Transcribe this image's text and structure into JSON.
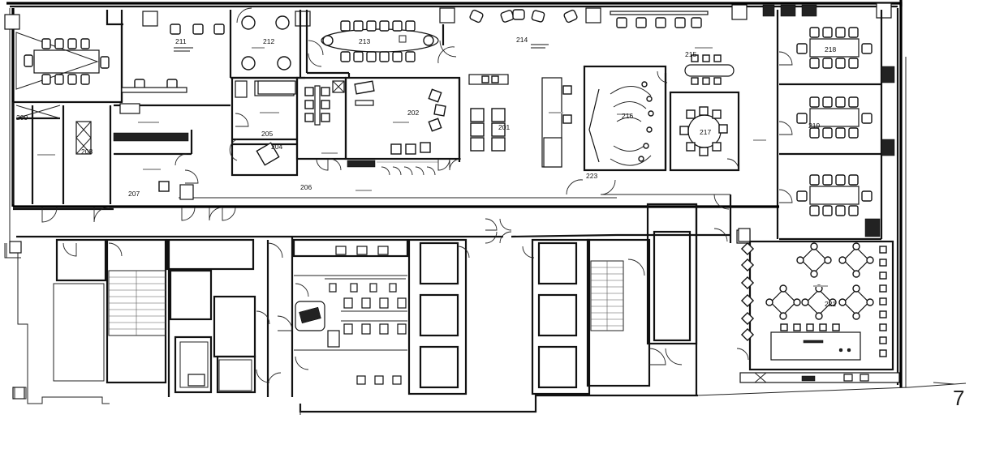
{
  "rooms": [
    {
      "id": "r211",
      "number": "211"
    },
    {
      "id": "r212",
      "number": "212"
    },
    {
      "id": "r213",
      "number": "213"
    },
    {
      "id": "r214",
      "number": "214"
    },
    {
      "id": "r215",
      "number": "215"
    },
    {
      "id": "r218",
      "number": "218"
    },
    {
      "id": "r219",
      "number": "219"
    },
    {
      "id": "r209",
      "number": "209"
    },
    {
      "id": "r208",
      "number": "208"
    },
    {
      "id": "r205",
      "number": "205"
    },
    {
      "id": "r204",
      "number": "204"
    },
    {
      "id": "r202",
      "number": "202"
    },
    {
      "id": "r201",
      "number": "201"
    },
    {
      "id": "r216",
      "number": "216"
    },
    {
      "id": "r217",
      "number": "217"
    },
    {
      "id": "r207",
      "number": "207"
    },
    {
      "id": "r206",
      "number": "206"
    },
    {
      "id": "r223",
      "number": "223"
    },
    {
      "id": "r221",
      "number": "221"
    }
  ],
  "north_mark": "7"
}
